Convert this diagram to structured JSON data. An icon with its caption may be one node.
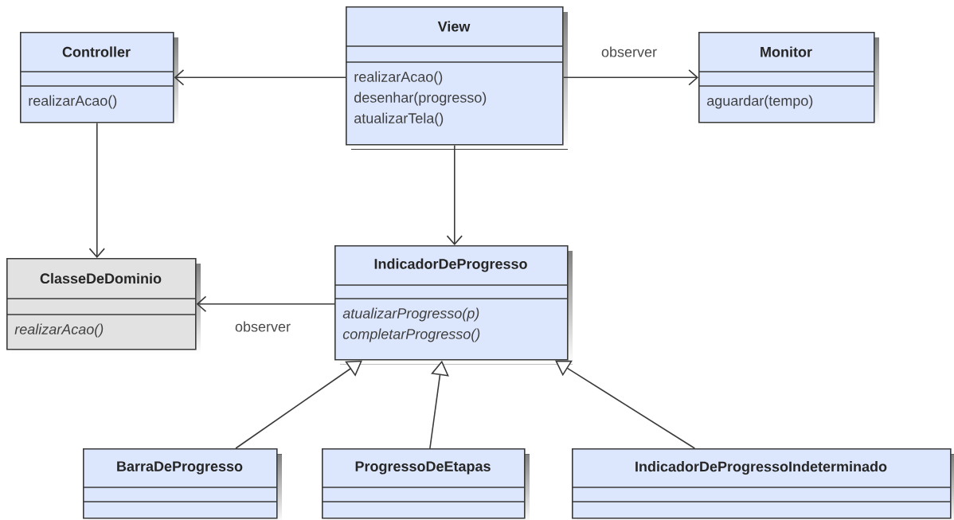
{
  "diagram": {
    "nodes": [
      {
        "text": [
          "Controller",
          "realizarAcao()"
        ]
      },
      {
        "text": [
          "View",
          "realizarAcao()",
          "desenhar(progresso)",
          "atualizarTela()"
        ]
      },
      {
        "text": [
          "Monitor",
          "aguardar(tempo)"
        ]
      },
      {
        "text": [
          "ClasseDeDominio",
          "realizarAcao()"
        ]
      },
      {
        "text": [
          "IndicadorDeProgresso",
          "atualizarProgresso(p)",
          "completarProgresso()"
        ]
      },
      {
        "text": [
          "BarraDeProgresso"
        ]
      },
      {
        "text": [
          "ProgressoDeEtapas"
        ]
      },
      {
        "text": [
          "IndicadorDeProgressoIndeterminado"
        ]
      }
    ],
    "edges": [
      {
        "from": 1,
        "to": 0,
        "arrow": "to"
      },
      {
        "from": 1,
        "to": 2,
        "arrow": "to",
        "label": "observer"
      },
      {
        "from": 0,
        "to": 3,
        "arrow": "to"
      },
      {
        "from": 1,
        "to": 4,
        "arrow": "to"
      },
      {
        "from": 4,
        "to": 3,
        "arrow": "to",
        "label": "observer"
      },
      {
        "from": 5,
        "to": 4,
        "arrow": "to"
      },
      {
        "from": 6,
        "to": 4,
        "arrow": "to"
      },
      {
        "from": 7,
        "to": 4,
        "arrow": "to"
      }
    ]
  }
}
